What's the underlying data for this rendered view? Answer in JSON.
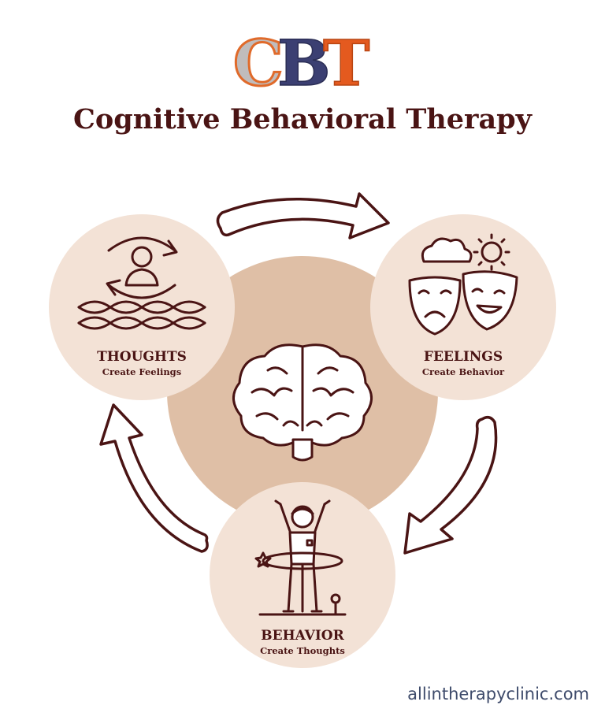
{
  "logo": {
    "letters": [
      {
        "char": "C",
        "color": "#c0bcbc",
        "outline": "#e06a2a"
      },
      {
        "char": "B",
        "color": "#3b3f72"
      },
      {
        "char": "T",
        "color": "#e45a1f"
      }
    ]
  },
  "title": "Cognitive Behavioral Therapy",
  "nodes": [
    {
      "id": "thoughts",
      "title": "THOUGHTS",
      "subtitle": "Create Feelings",
      "icon": "person-cycle-waves-icon"
    },
    {
      "id": "feelings",
      "title": "FEELINGS",
      "subtitle": "Create Behavior",
      "icon": "theater-masks-weather-icon"
    },
    {
      "id": "behavior",
      "title": "BEHAVIOR",
      "subtitle": "Create Thoughts",
      "icon": "person-hula-hoop-icon"
    }
  ],
  "center_icon": "brain-icon",
  "credit": "allintherapyclinic.com",
  "colors": {
    "dark": "#4a1414",
    "node_fill": "#f3e2d6",
    "center_fill": "#dfbfa6"
  }
}
